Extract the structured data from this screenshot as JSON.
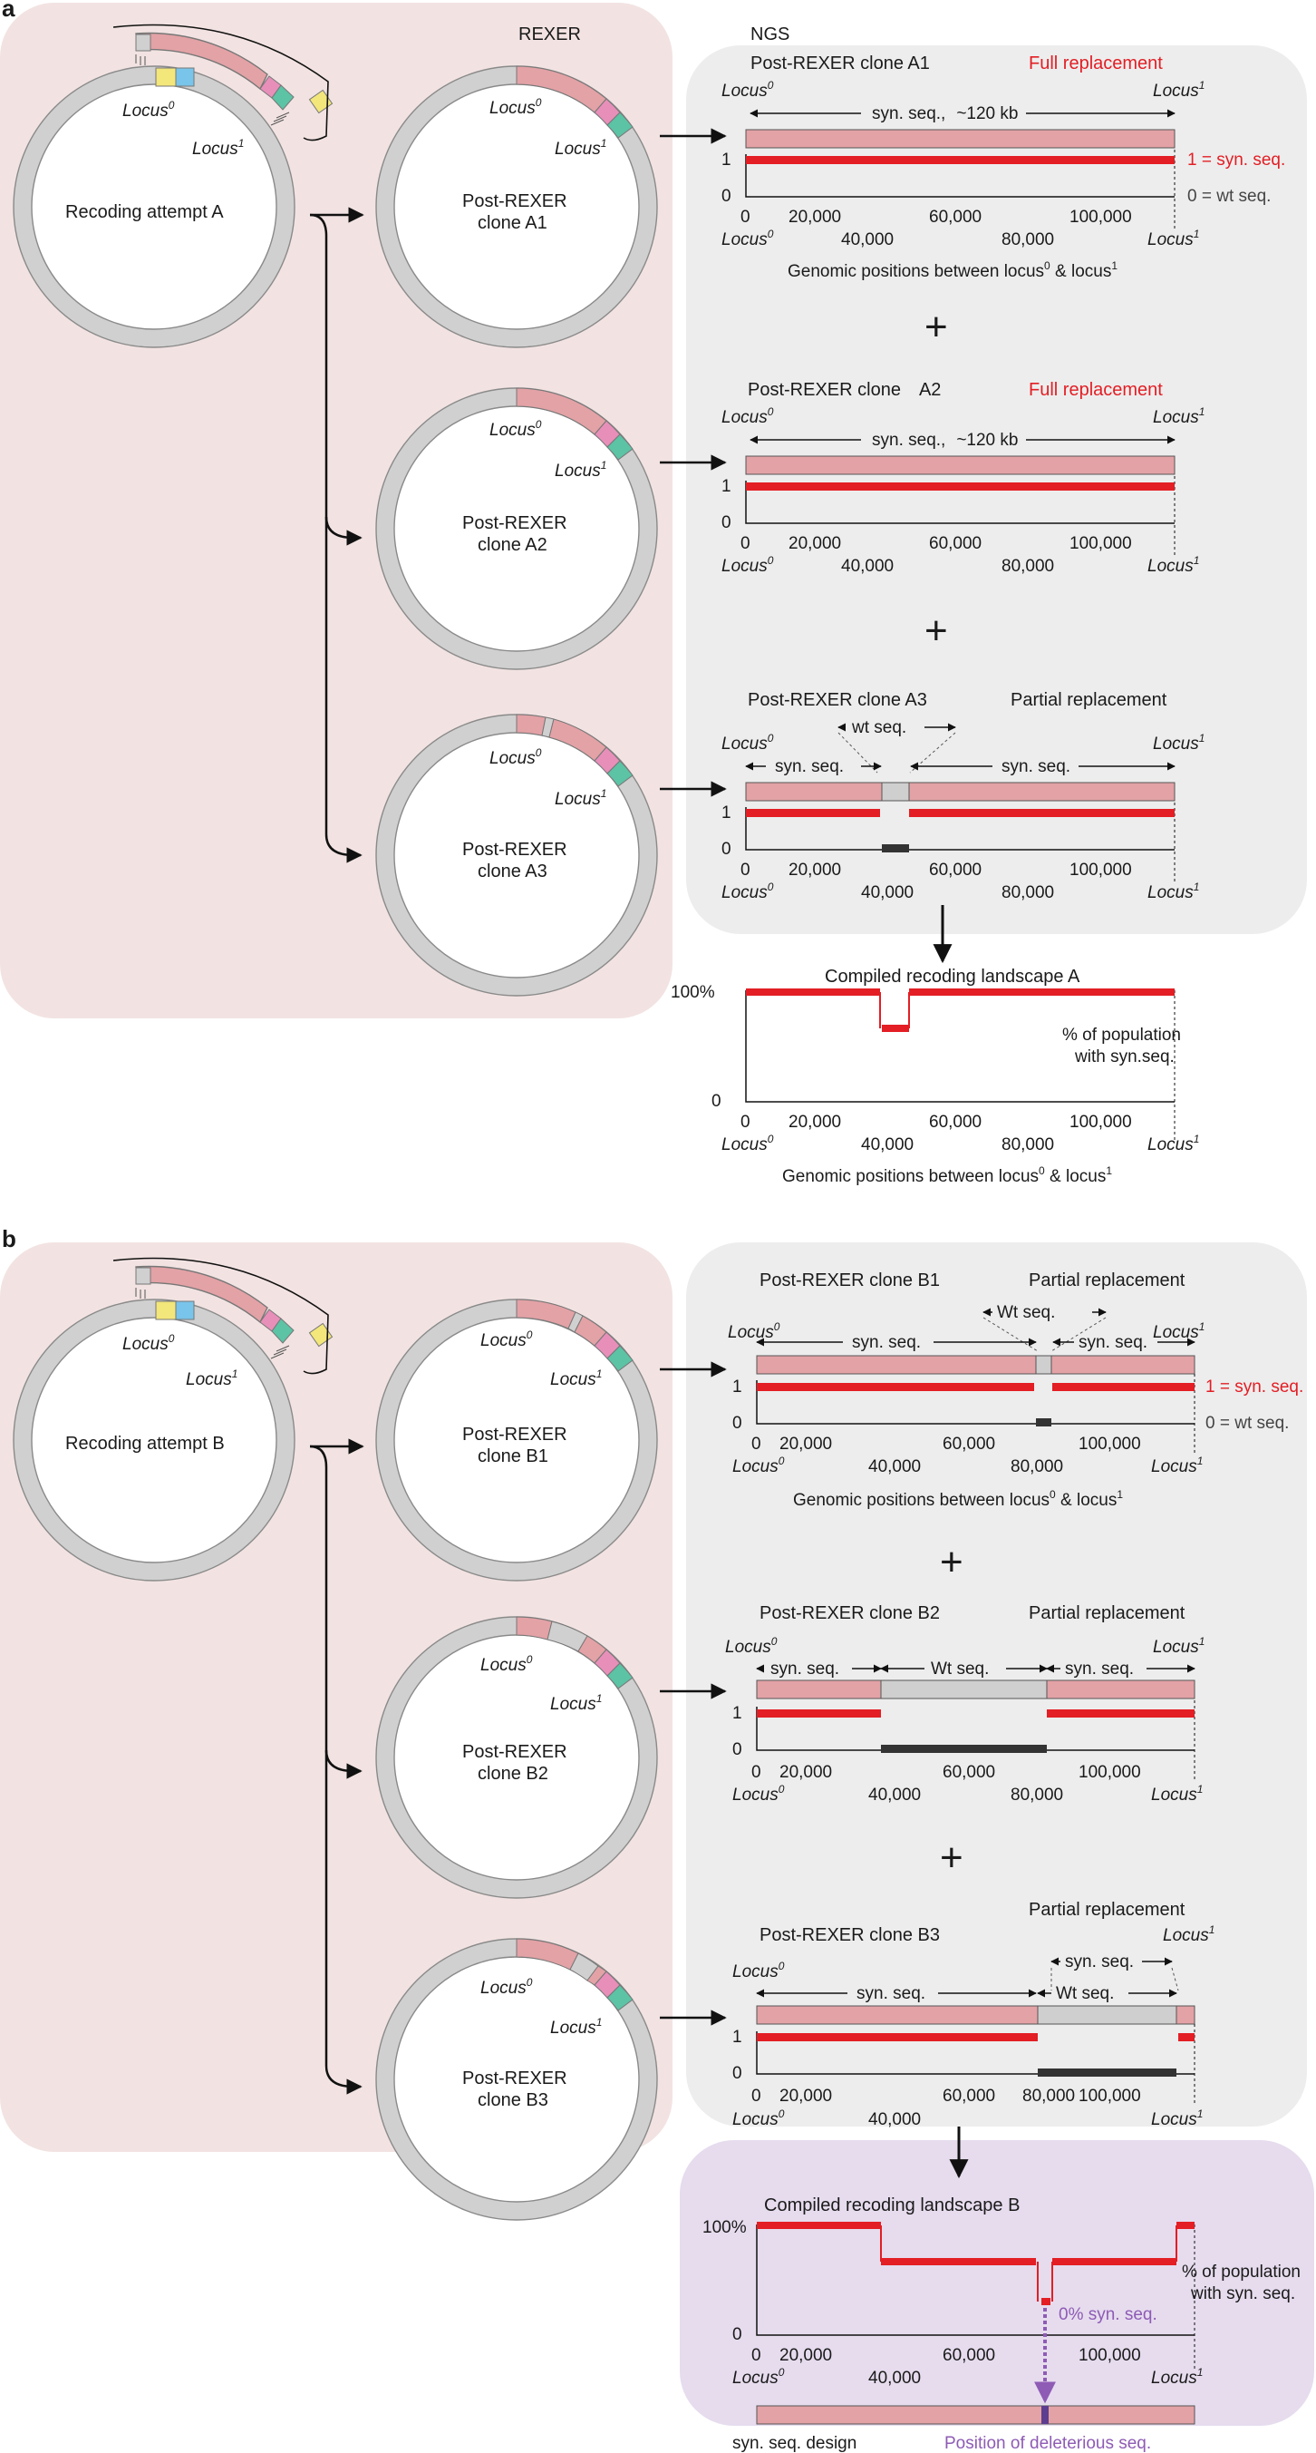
{
  "colors": {
    "panel_left": "#f2e3e2",
    "panel_right": "#ededed",
    "panel_purple": "#e6dcee",
    "ring": "#d0d0d0",
    "syn": "#e3a2a6",
    "wt": "#cfcfcf",
    "red": "#e31e24",
    "dark": "#333333",
    "purple": "#8e5bb5",
    "pink": "#e78fb9",
    "teal": "#5cc3a5",
    "yellow": "#f3e67a",
    "blue": "#79c4ea"
  },
  "panel_a": {
    "letter": "a",
    "rexer_header": "REXER",
    "ngs_header": "NGS",
    "attempt_text": "Recoding attempt ",
    "attempt_letter": "A",
    "locus0": "Locus",
    "locus1": "Locus",
    "clones": [
      {
        "line1": "Post-REXER",
        "line2": "clone ",
        "id": "A1",
        "title_text": "Post-REXER clone ",
        "status": "Full replacement",
        "status_red": true,
        "seg_labels": [
          "syn. seq.,",
          "~120 kb"
        ]
      },
      {
        "line1": "Post-REXER",
        "line2": "clone ",
        "id": "A2",
        "title_text": "Post-REXER clone",
        "status": "Full replacement",
        "status_red": true,
        "seg_labels": [
          "syn. seq.,",
          "~120 kb"
        ]
      },
      {
        "line1": "Post-REXER",
        "line2": "clone ",
        "id": "A3",
        "title_text": "Post-REXER clone ",
        "status": "Partial replacement",
        "status_red": false,
        "seg_labels": [
          "syn. seq.",
          "wt seq.",
          "syn. seq."
        ]
      }
    ],
    "ticks_top": [
      "0",
      "20,000",
      "60,000",
      "100,000"
    ],
    "ticks_bottom": [
      "40,000",
      "80,000"
    ],
    "y_ticks": [
      "1",
      "0"
    ],
    "legend_1": "1 = syn. seq.",
    "legend_0": "0 = wt seq.",
    "axis_caption": "Genomic positions between ",
    "axis_caption_l0": "locus",
    "axis_caption_amp": " & ",
    "axis_caption_l1": "locus",
    "compiled_title": "Compiled recoding landscape ",
    "compiled_letter": "A",
    "compiled_y": [
      "100%",
      "0"
    ],
    "compiled_note": [
      "% of population",
      "with syn.seq."
    ],
    "compiled_caption": "Genomic positions between "
  },
  "panel_b": {
    "letter": "b",
    "attempt_text": "Recoding attempt ",
    "attempt_letter": "B",
    "clones": [
      {
        "line1": "Post-REXER",
        "line2": "clone ",
        "id": "B1",
        "title_text": "Post-REXER clone ",
        "status": "Partial replacement",
        "seg_labels": [
          "syn. seq.",
          "Wt seq.",
          "syn. seq."
        ]
      },
      {
        "line1": "Post-REXER",
        "line2": "clone ",
        "id": "B2",
        "title_text": "Post-REXER clone ",
        "status": "Partial replacement",
        "seg_labels": [
          "syn. seq.",
          "Wt seq.",
          "syn. seq."
        ]
      },
      {
        "line1": "Post-REXER",
        "line2": "clone ",
        "id": "B3",
        "title_text": "Post-REXER clone ",
        "status": "Partial replacement",
        "seg_labels": [
          "syn. seq.",
          "Wt seq.",
          "syn. seq."
        ]
      }
    ],
    "compiled_title": "Compiled recoding landscape ",
    "compiled_letter": "B",
    "compiled_note": [
      "% of population",
      "with syn. seq."
    ],
    "zero_pct": "0% syn. seq.",
    "design_label": "syn. seq. design",
    "deleterious_label": "Position of deleterious seq."
  },
  "plus": "+"
}
